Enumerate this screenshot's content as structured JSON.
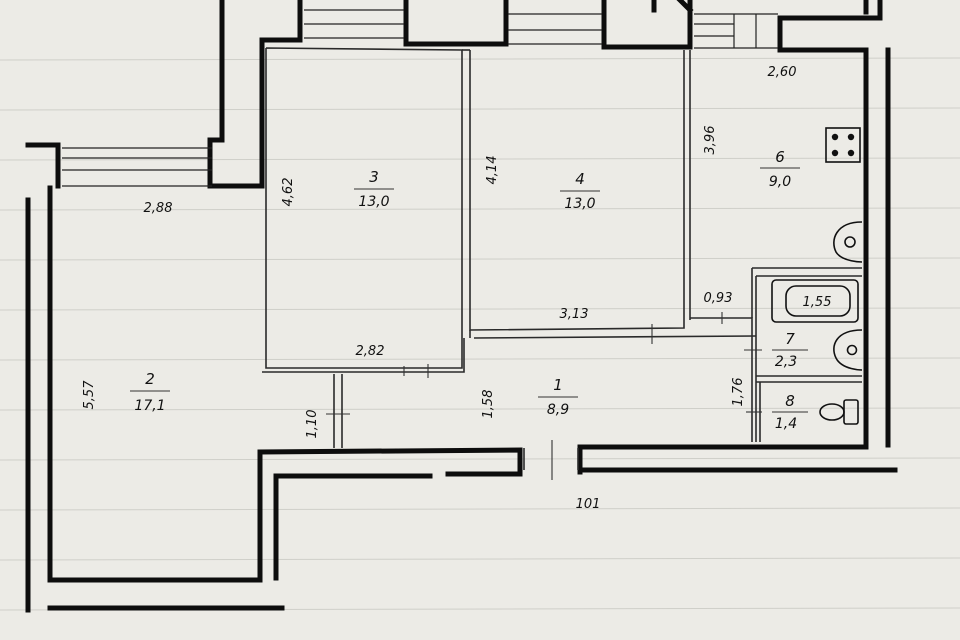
{
  "plan": {
    "rooms": [
      {
        "id": "room-2",
        "number": "2",
        "area": "17,1"
      },
      {
        "id": "room-3",
        "number": "3",
        "area": "13,0"
      },
      {
        "id": "room-4",
        "number": "4",
        "area": "13,0"
      },
      {
        "id": "room-6",
        "number": "6",
        "area": "9,0"
      },
      {
        "id": "room-1",
        "number": "1",
        "area": "8,9"
      },
      {
        "id": "room-7",
        "number": "7",
        "area": "2,3"
      },
      {
        "id": "room-8",
        "number": "8",
        "area": "1,4"
      }
    ],
    "dimensions": {
      "d_2_88": "2,88",
      "d_5_57": "5,57",
      "d_4_62": "4,62",
      "d_2_82": "2,82",
      "d_4_14": "4,14",
      "d_3_13": "3,13",
      "d_3_96": "3,96",
      "d_2_60": "2,60",
      "d_0_93": "0,93",
      "d_1_55": "1,55",
      "d_1_76": "1,76",
      "d_1_58": "1,58",
      "d_1_10": "1,10"
    },
    "entrance_number": "101",
    "fixtures": [
      "stove-icon",
      "sink-icon",
      "bathtub-icon",
      "washbasin-icon",
      "toilet-icon"
    ]
  }
}
